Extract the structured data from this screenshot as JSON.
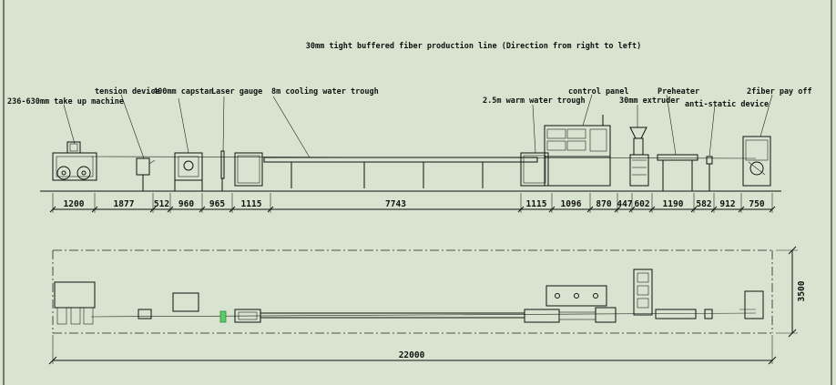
{
  "title": "30mm tight buffered fiber production line  (Direction from right to left)",
  "labels": {
    "takeup": "236-630mm take up machine",
    "tension": "tension device",
    "capstan": "400mm capstan",
    "laser": "Laser gauge",
    "cooling": "8m cooling water trough",
    "warm": "2.5m warm water trough",
    "control": "control panel",
    "extruder": "30mm extruder",
    "preheater": "Preheater",
    "antistatic": "anti-static device",
    "payoff": "2fiber pay off"
  },
  "dims": [
    "1200",
    "1877",
    "512",
    "960",
    "965",
    "1115",
    "7743",
    "1115",
    "1096",
    "870",
    "447",
    "602",
    "1190",
    "582",
    "912",
    "750"
  ],
  "overall_length": "22000",
  "overall_width": "3500"
}
